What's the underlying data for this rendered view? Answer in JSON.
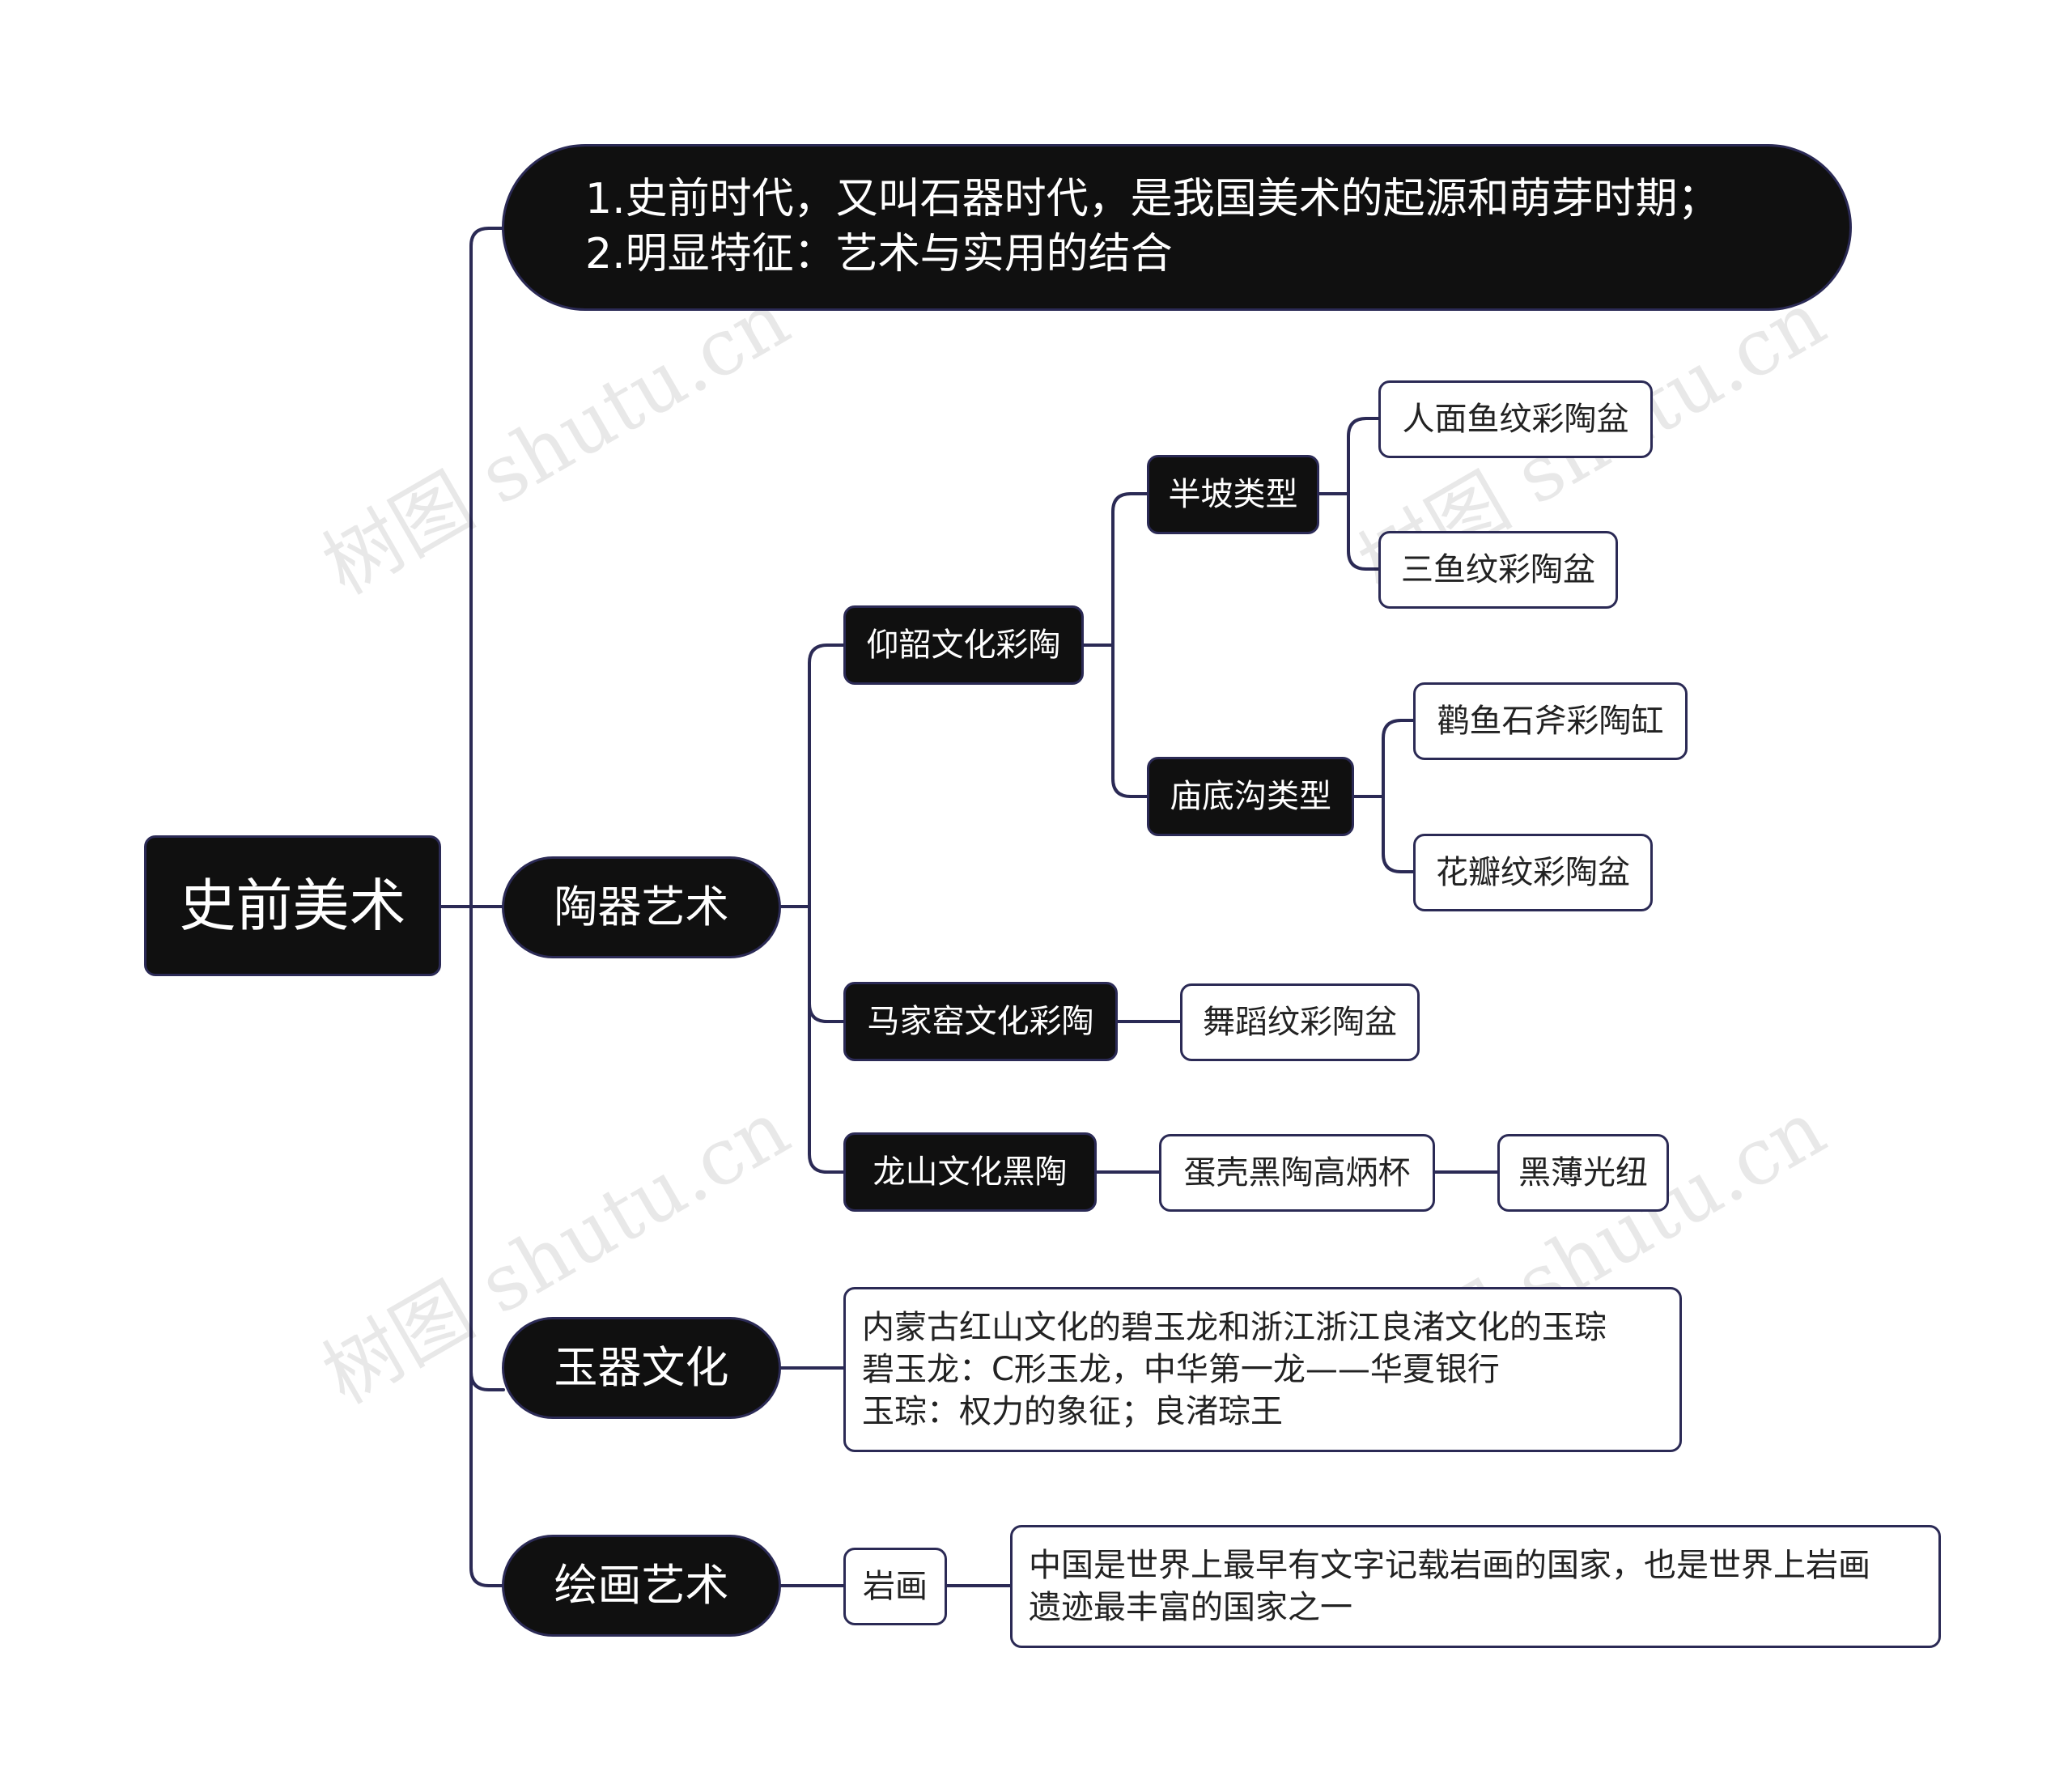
{
  "root": {
    "label": "史前美术"
  },
  "intro": {
    "line1": "1.史前时代，又叫石器时代，是我国美术的起源和萌芽时期；",
    "line2": "2.明显特征：艺术与实用的结合"
  },
  "pottery": {
    "label": "陶器艺术",
    "yangshao": {
      "label": "仰韶文化彩陶",
      "banpo": {
        "label": "半坡类型",
        "items": [
          "人面鱼纹彩陶盆",
          "三鱼纹彩陶盆"
        ]
      },
      "miaodigou": {
        "label": "庙底沟类型",
        "items": [
          "鹳鱼石斧彩陶缸",
          "花瓣纹彩陶盆"
        ]
      }
    },
    "majiayao": {
      "label": "马家窑文化彩陶",
      "items": [
        "舞蹈纹彩陶盆"
      ]
    },
    "longshan": {
      "label": "龙山文化黑陶",
      "cup": "蛋壳黑陶高炳杯",
      "detail": "黑薄光纽"
    }
  },
  "jade": {
    "label": "玉器文化",
    "lines": [
      "内蒙古红山文化的碧玉龙和浙江浙江良渚文化的玉琮",
      "碧玉龙：C形玉龙，中华第一龙——华夏银行",
      "玉琮：权力的象征；良渚琮王"
    ]
  },
  "painting": {
    "label": "绘画艺术",
    "rock": "岩画",
    "lines": [
      "中国是世界上最早有文字记载岩画的国家，也是世界上岩画",
      "遗迹最丰富的国家之一"
    ]
  },
  "watermark": "树图 shutu.cn",
  "colors": {
    "node_fill": "#101010",
    "border": "#2b2a55",
    "line": "#2b2a55",
    "light_fill": "#ffffff"
  }
}
